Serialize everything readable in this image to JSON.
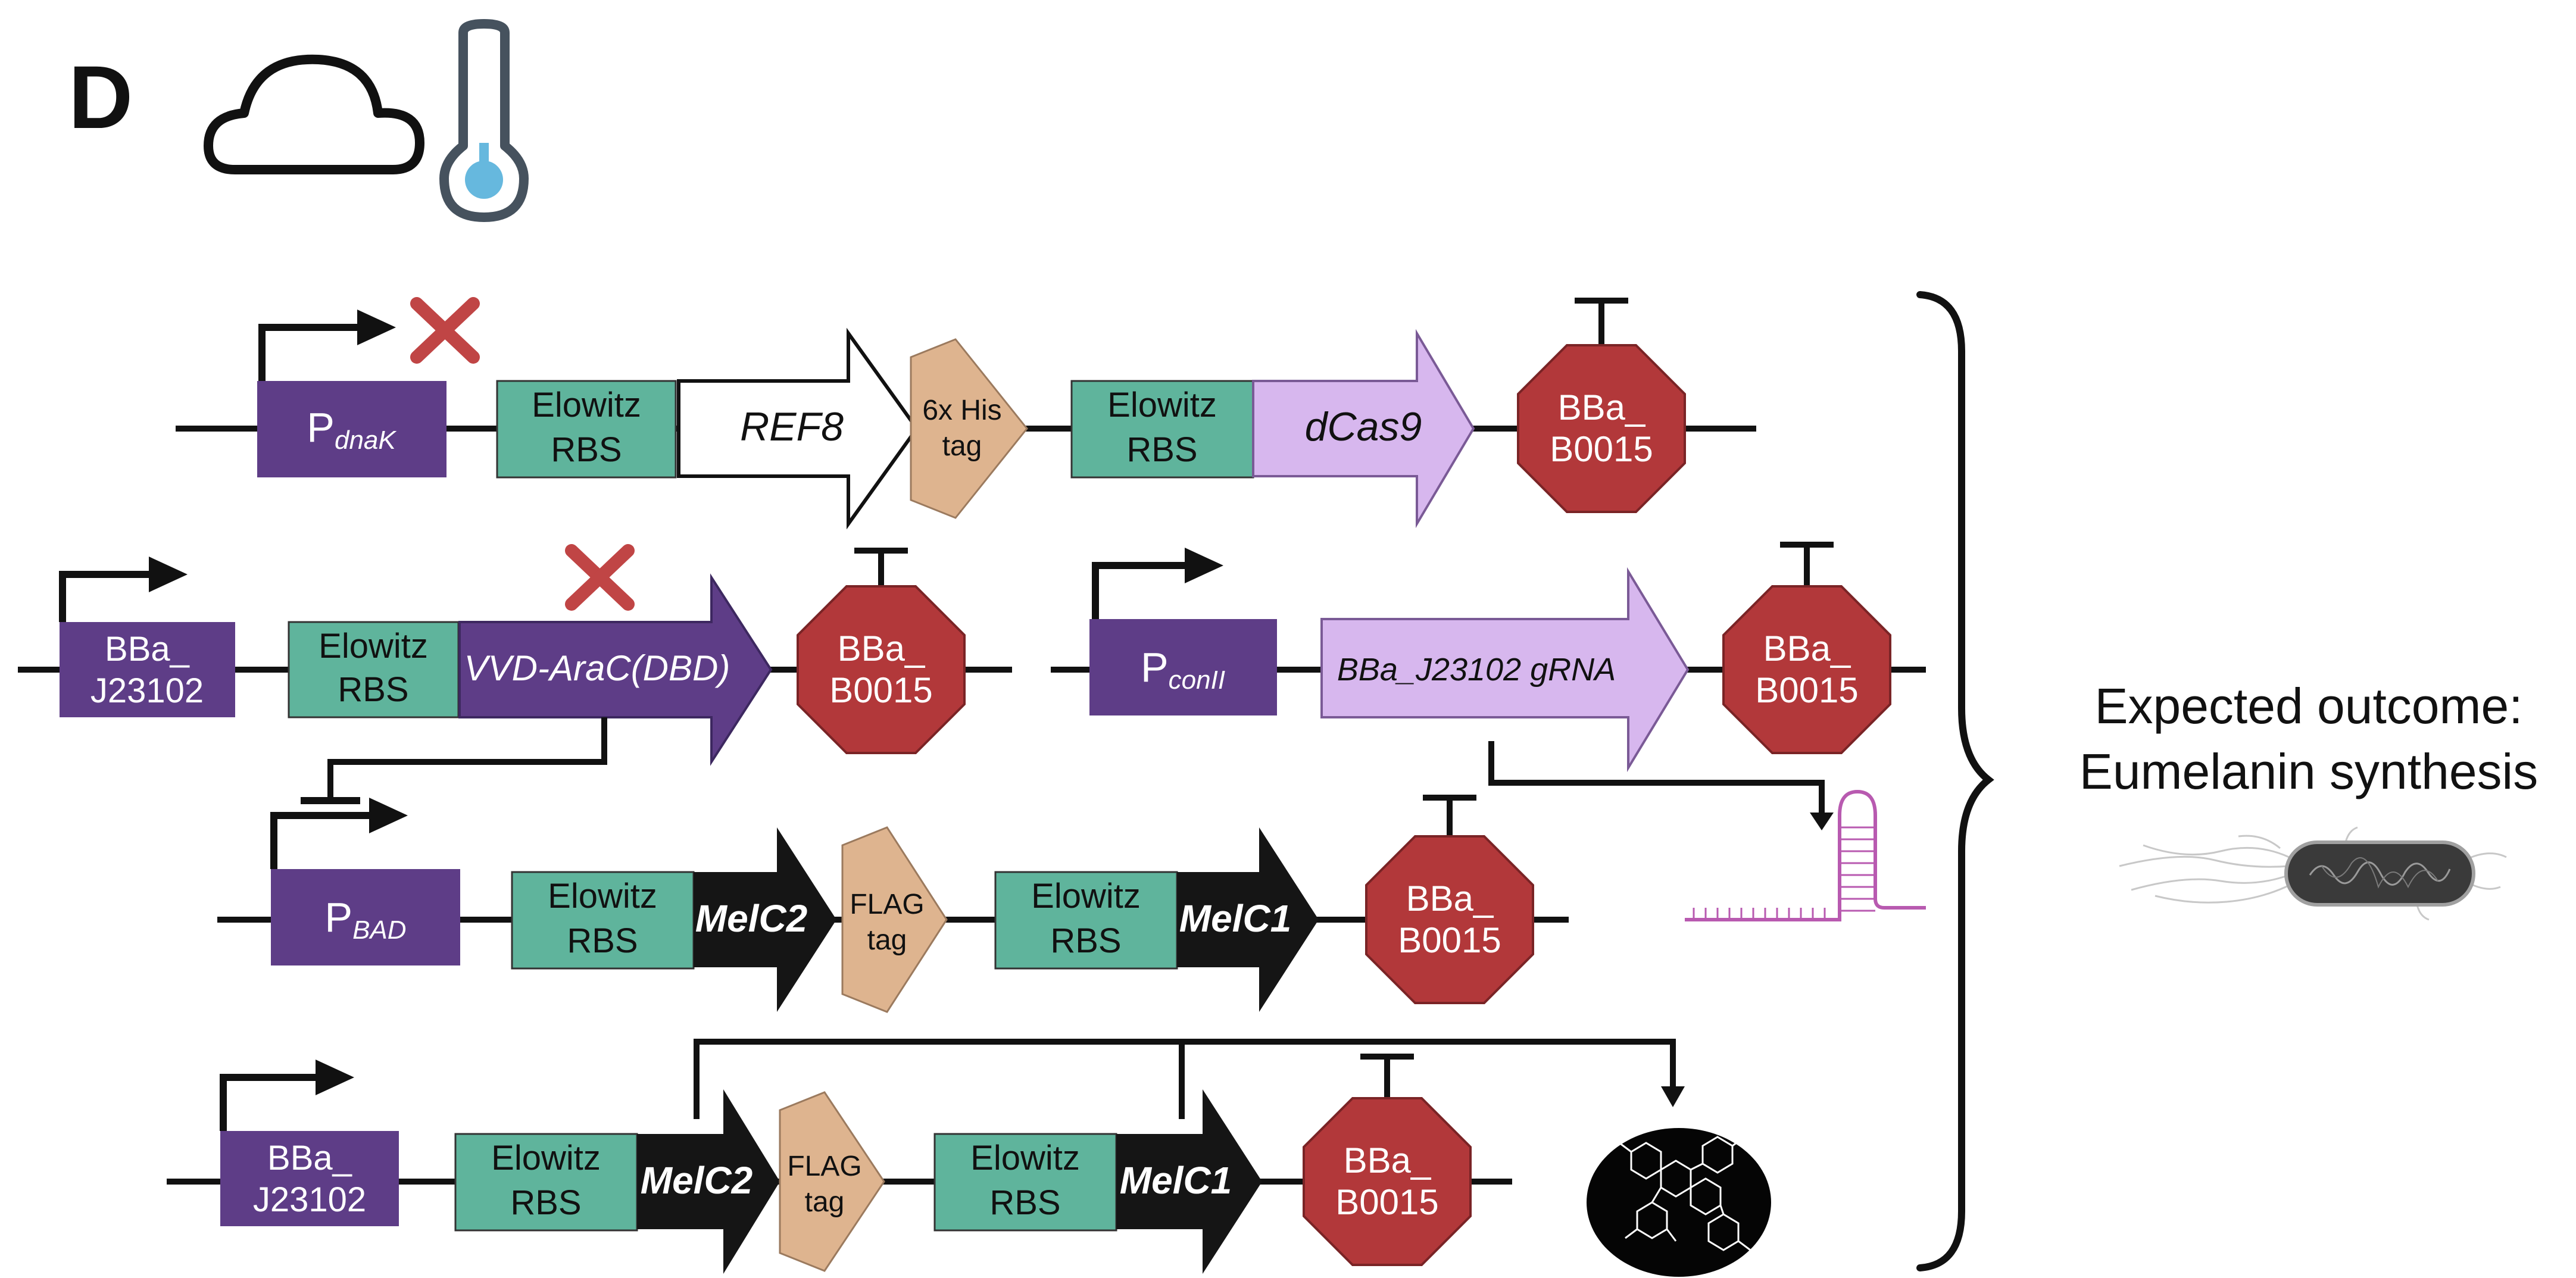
{
  "panel": {
    "letter": "D",
    "icons": [
      "cloud-icon",
      "thermometer-icon"
    ]
  },
  "colors": {
    "promoter": "#5e3d87",
    "rbs": "#5fb49c",
    "terminator": "#b2383a",
    "tag": "#deb48f",
    "dcas9": "#d7b7ee",
    "black_cds": "#151515",
    "cross": "#c04545",
    "therm_fill": "#66b8de",
    "therm_outline": "#46525e",
    "rna": "#b85ab0"
  },
  "row1": {
    "promoter": {
      "main": "P",
      "sub": "dnaK"
    },
    "rbs1": [
      "Elowitz",
      "RBS"
    ],
    "cds_ref8": "REF8",
    "tag": [
      "6x His",
      "tag"
    ],
    "rbs2": [
      "Elowitz",
      "RBS"
    ],
    "cds_dcas9": "dCas9",
    "terminator": [
      "BBa_",
      "B0015"
    ]
  },
  "row2": {
    "promoter": [
      "BBa_",
      "J23102"
    ],
    "rbs": [
      "Elowitz",
      "RBS"
    ],
    "cds": "VVD-AraC(DBD)",
    "terminator": [
      "BBa_",
      "B0015"
    ],
    "promoter2": {
      "main": "P",
      "sub": "conII"
    },
    "grna": "BBa_J23102 gRNA",
    "terminator2": [
      "BBa_",
      "B0015"
    ]
  },
  "row3": {
    "promoter": {
      "main": "P",
      "sub": "BAD"
    },
    "rbs1": [
      "Elowitz",
      "RBS"
    ],
    "cds1": "MelC2",
    "tag": [
      "FLAG",
      "tag"
    ],
    "rbs2": [
      "Elowitz",
      "RBS"
    ],
    "cds2": "MelC1",
    "terminator": [
      "BBa_",
      "B0015"
    ]
  },
  "row4": {
    "promoter": [
      "BBa_",
      "J23102"
    ],
    "rbs1": [
      "Elowitz",
      "RBS"
    ],
    "cds1": "MelC2",
    "tag": [
      "FLAG",
      "tag"
    ],
    "rbs2": [
      "Elowitz",
      "RBS"
    ],
    "cds2": "MelC1",
    "terminator": [
      "BBa_",
      "B0015"
    ]
  },
  "outcome": [
    "Expected outcome:",
    "Eumelanin synthesis"
  ]
}
